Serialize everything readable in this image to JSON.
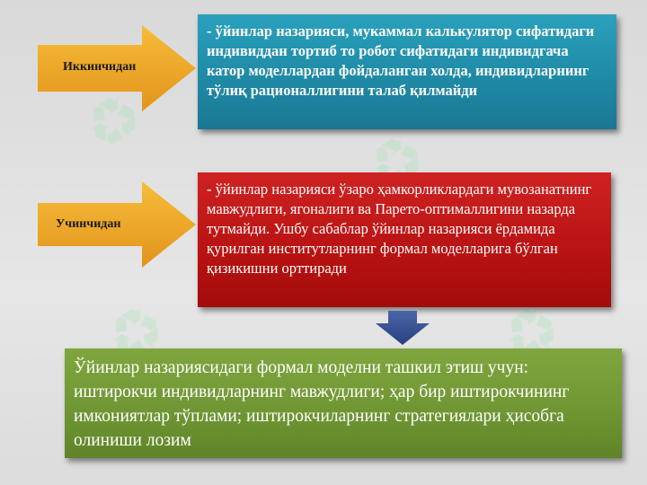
{
  "slide": {
    "point_two": {
      "label": "Иккинчидан",
      "text": "- ўйинлар назарияси, мукаммал калькулятор сифатидаги индивиддан тортиб то робот сифатидаги индивидгача катор моделлардан фойдаланган холда, индивидларнинг тўлиқ рационаллигини талаб қилмайди"
    },
    "point_three": {
      "label": "Учинчидан",
      "text": "- ўйинлар назарияси ўзаро ҳамкорликлардаги мувозанатнинг мавжудлиги, ягоналиги ва Парето-оптималлигини назарда тутмайди. Ушбу сабаблар ўйинлар назарияси ёрдамида қурилган институтларнинг формал моделларига бўлган қизикишни орттиради"
    },
    "conclusion": {
      "text": "Ўйинлар назариясидаги формал моделни ташкил этиш учун: иштирокчи индивидларнинг мавжудлиги; ҳар бир иштирокчининг имкониятлар тўплами; иштирокчиларнинг стратегиялари ҳисобга олиниши лозим"
    }
  },
  "colors": {
    "arrow": "#f0a81e",
    "teal_box": "#1f8aa6",
    "red_box": "#b81212",
    "green_box": "#6e9532",
    "down_arrow": "#2f4a8a",
    "watermark": "#aae1b9"
  }
}
